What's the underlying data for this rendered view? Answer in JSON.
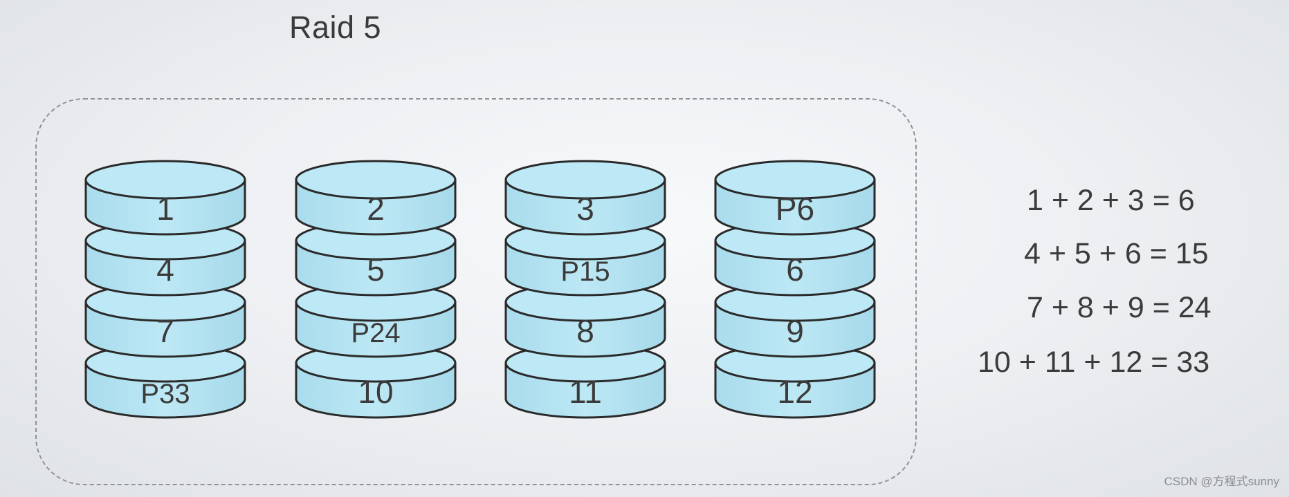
{
  "title": "Raid 5",
  "disks": [
    {
      "name": "disk-1",
      "blocks": [
        "1",
        "4",
        "7",
        "P33"
      ]
    },
    {
      "name": "disk-2",
      "blocks": [
        "2",
        "5",
        "P24",
        "10"
      ]
    },
    {
      "name": "disk-3",
      "blocks": [
        "3",
        "P15",
        "8",
        "11"
      ]
    },
    {
      "name": "disk-4",
      "blocks": [
        "P6",
        "6",
        "9",
        "12"
      ]
    }
  ],
  "equations": [
    "1 + 2 + 3 = 6",
    "4 + 5 + 6 = 15",
    "7 + 8 + 9 = 24",
    "10 + 11 + 12 = 33"
  ],
  "watermark": "CSDN @方程式sunny",
  "colors": {
    "disk_fill": "#bde8f5",
    "disk_stroke": "#2a2a2a",
    "text": "#3b3b3b"
  }
}
